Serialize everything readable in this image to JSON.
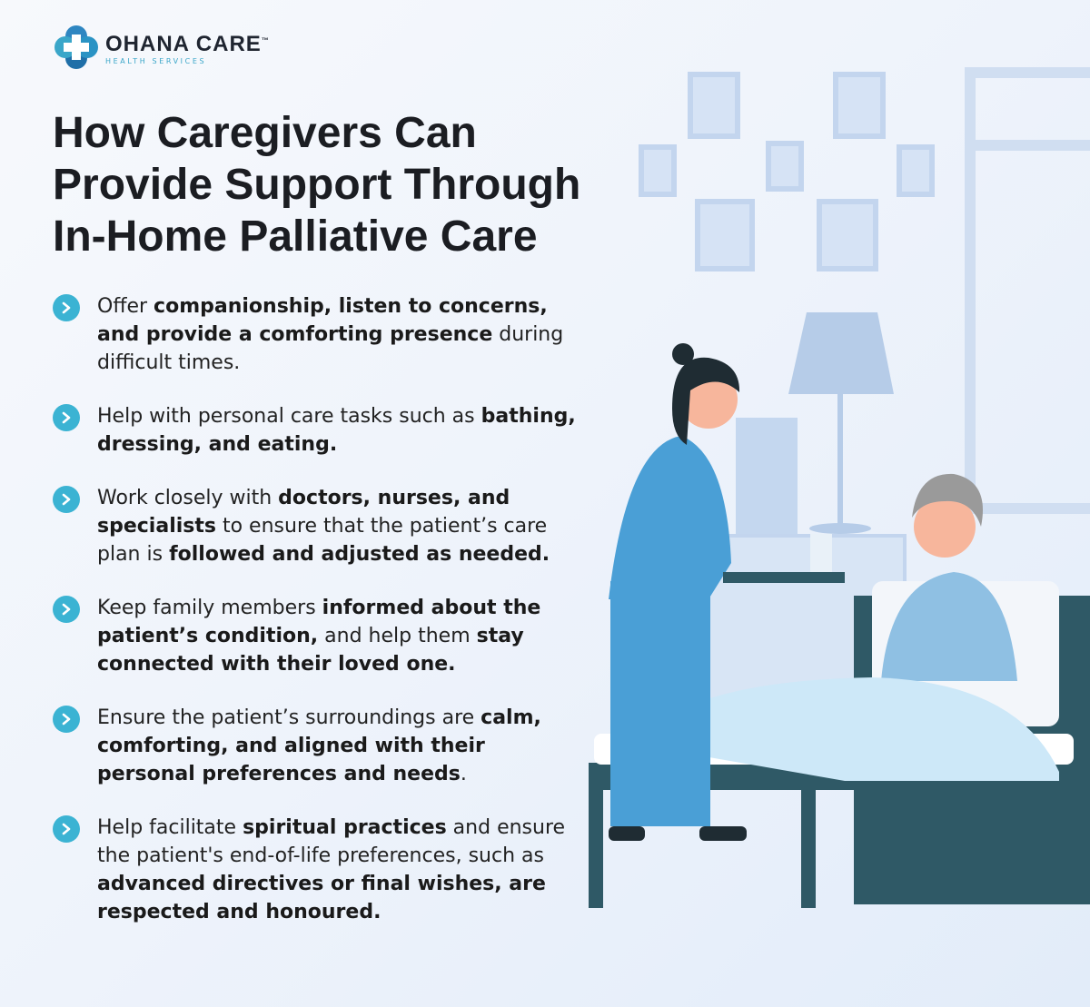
{
  "logo": {
    "name": "OHANA CARE",
    "trademark": "™",
    "subtitle": "HEALTH SERVICES"
  },
  "title": "How Caregivers Can Provide Support Through In-Home Palliative Care",
  "colors": {
    "accent": "#3bb3d3",
    "scrub": "#4a9fd6",
    "bed": "#2f5966",
    "blanket": "#cde8f8"
  },
  "bullet_icon": "chevron-right-icon",
  "bullets": [
    {
      "segments": [
        {
          "t": "Offer ",
          "b": false
        },
        {
          "t": "companionship, listen to concerns, and provide a comforting presence",
          "b": true
        },
        {
          "t": " during difficult times.",
          "b": false
        }
      ]
    },
    {
      "segments": [
        {
          "t": "Help with personal care tasks such as ",
          "b": false
        },
        {
          "t": "bathing, dressing, and eating.",
          "b": true
        }
      ]
    },
    {
      "segments": [
        {
          "t": "Work closely with ",
          "b": false
        },
        {
          "t": "doctors, nurses, and specialists",
          "b": true
        },
        {
          "t": " to ensure that the patient’s care plan is ",
          "b": false
        },
        {
          "t": "followed and adjusted as needed.",
          "b": true
        }
      ]
    },
    {
      "segments": [
        {
          "t": "Keep family members ",
          "b": false
        },
        {
          "t": "informed about the patient’s condition,",
          "b": true
        },
        {
          "t": " and help them ",
          "b": false
        },
        {
          "t": "stay connected with their loved one.",
          "b": true
        }
      ]
    },
    {
      "segments": [
        {
          "t": "Ensure the patient’s surroundings are ",
          "b": false
        },
        {
          "t": "calm, comforting, and aligned with their personal preferences and needs",
          "b": true
        },
        {
          "t": ".",
          "b": false
        }
      ]
    },
    {
      "segments": [
        {
          "t": "Help facilitate ",
          "b": false
        },
        {
          "t": "spiritual practices",
          "b": true
        },
        {
          "t": " and ensure the patient's end-of-life preferences, such as ",
          "b": false
        },
        {
          "t": "advanced directives or final wishes, are respected and honoured.",
          "b": true
        }
      ]
    }
  ]
}
